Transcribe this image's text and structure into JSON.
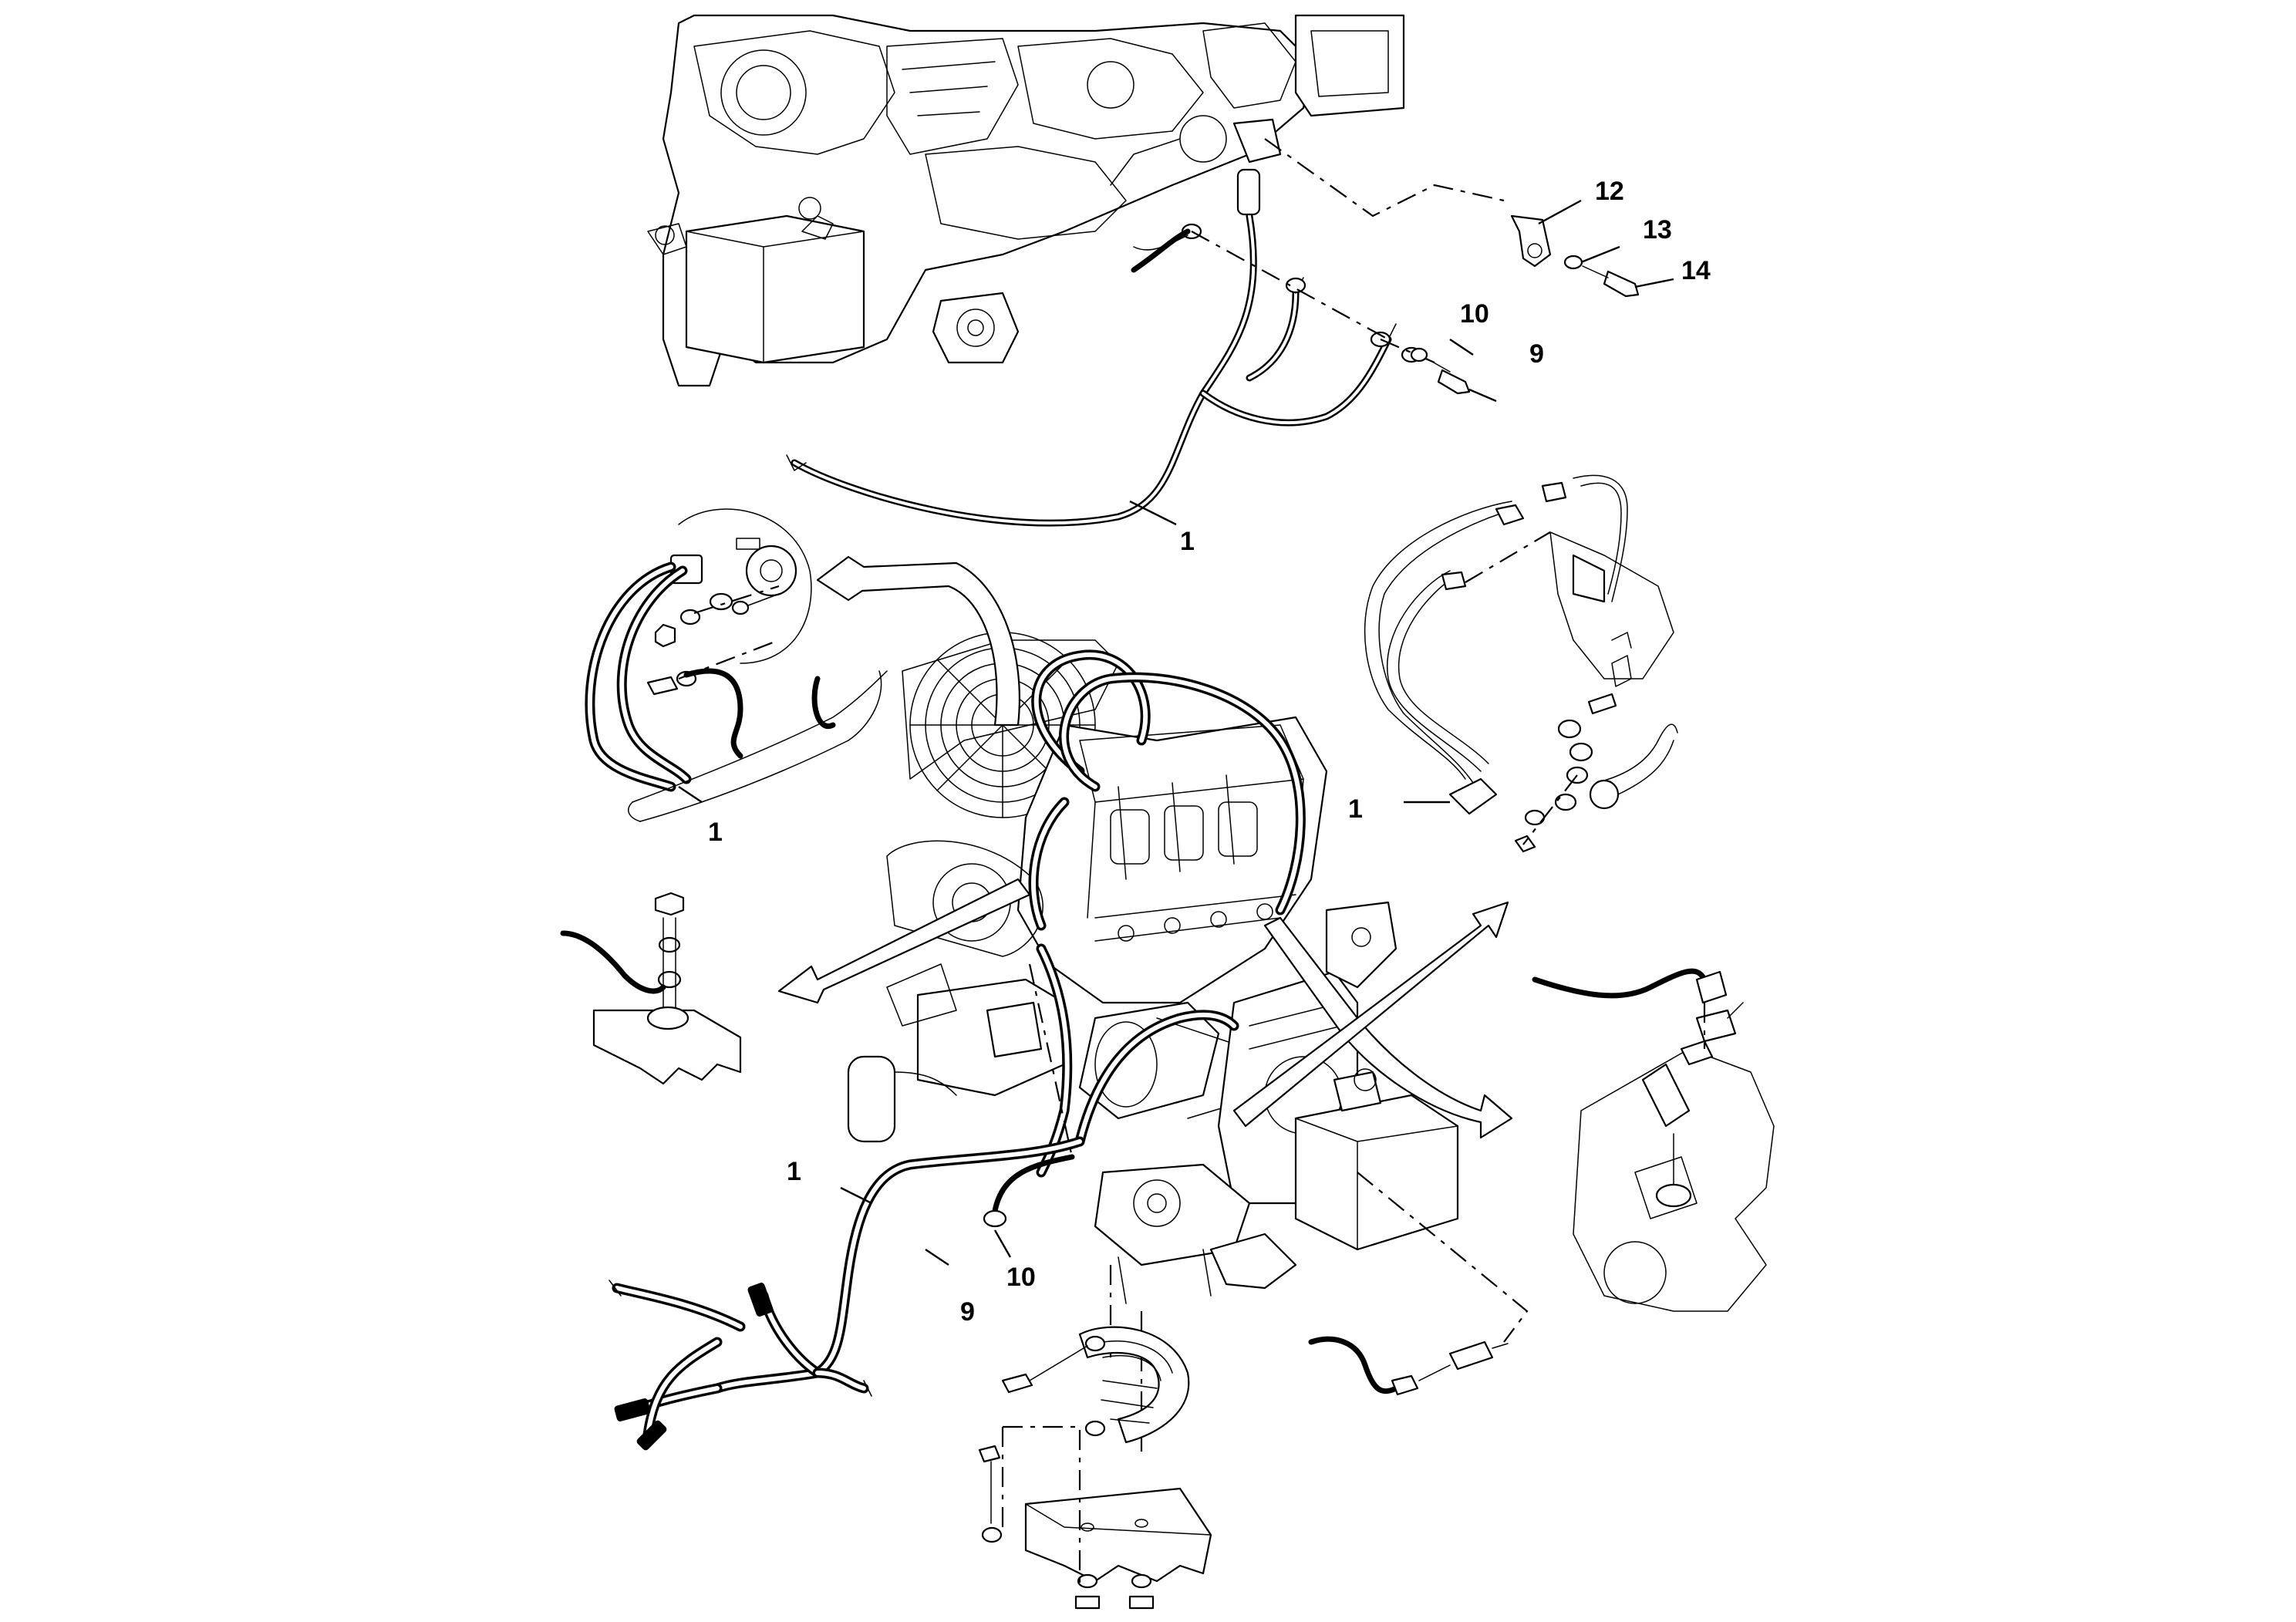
{
  "diagram": {
    "callouts": {
      "harness_top": "1",
      "harness_left": "1",
      "harness_right": "1",
      "harness_bottom": "1",
      "screw_top": "9",
      "washer_top": "10",
      "screw_bottom": "9",
      "washer_bottom": "10",
      "clamp": "12",
      "clamp_washer": "13",
      "clamp_screw": "14"
    }
  }
}
